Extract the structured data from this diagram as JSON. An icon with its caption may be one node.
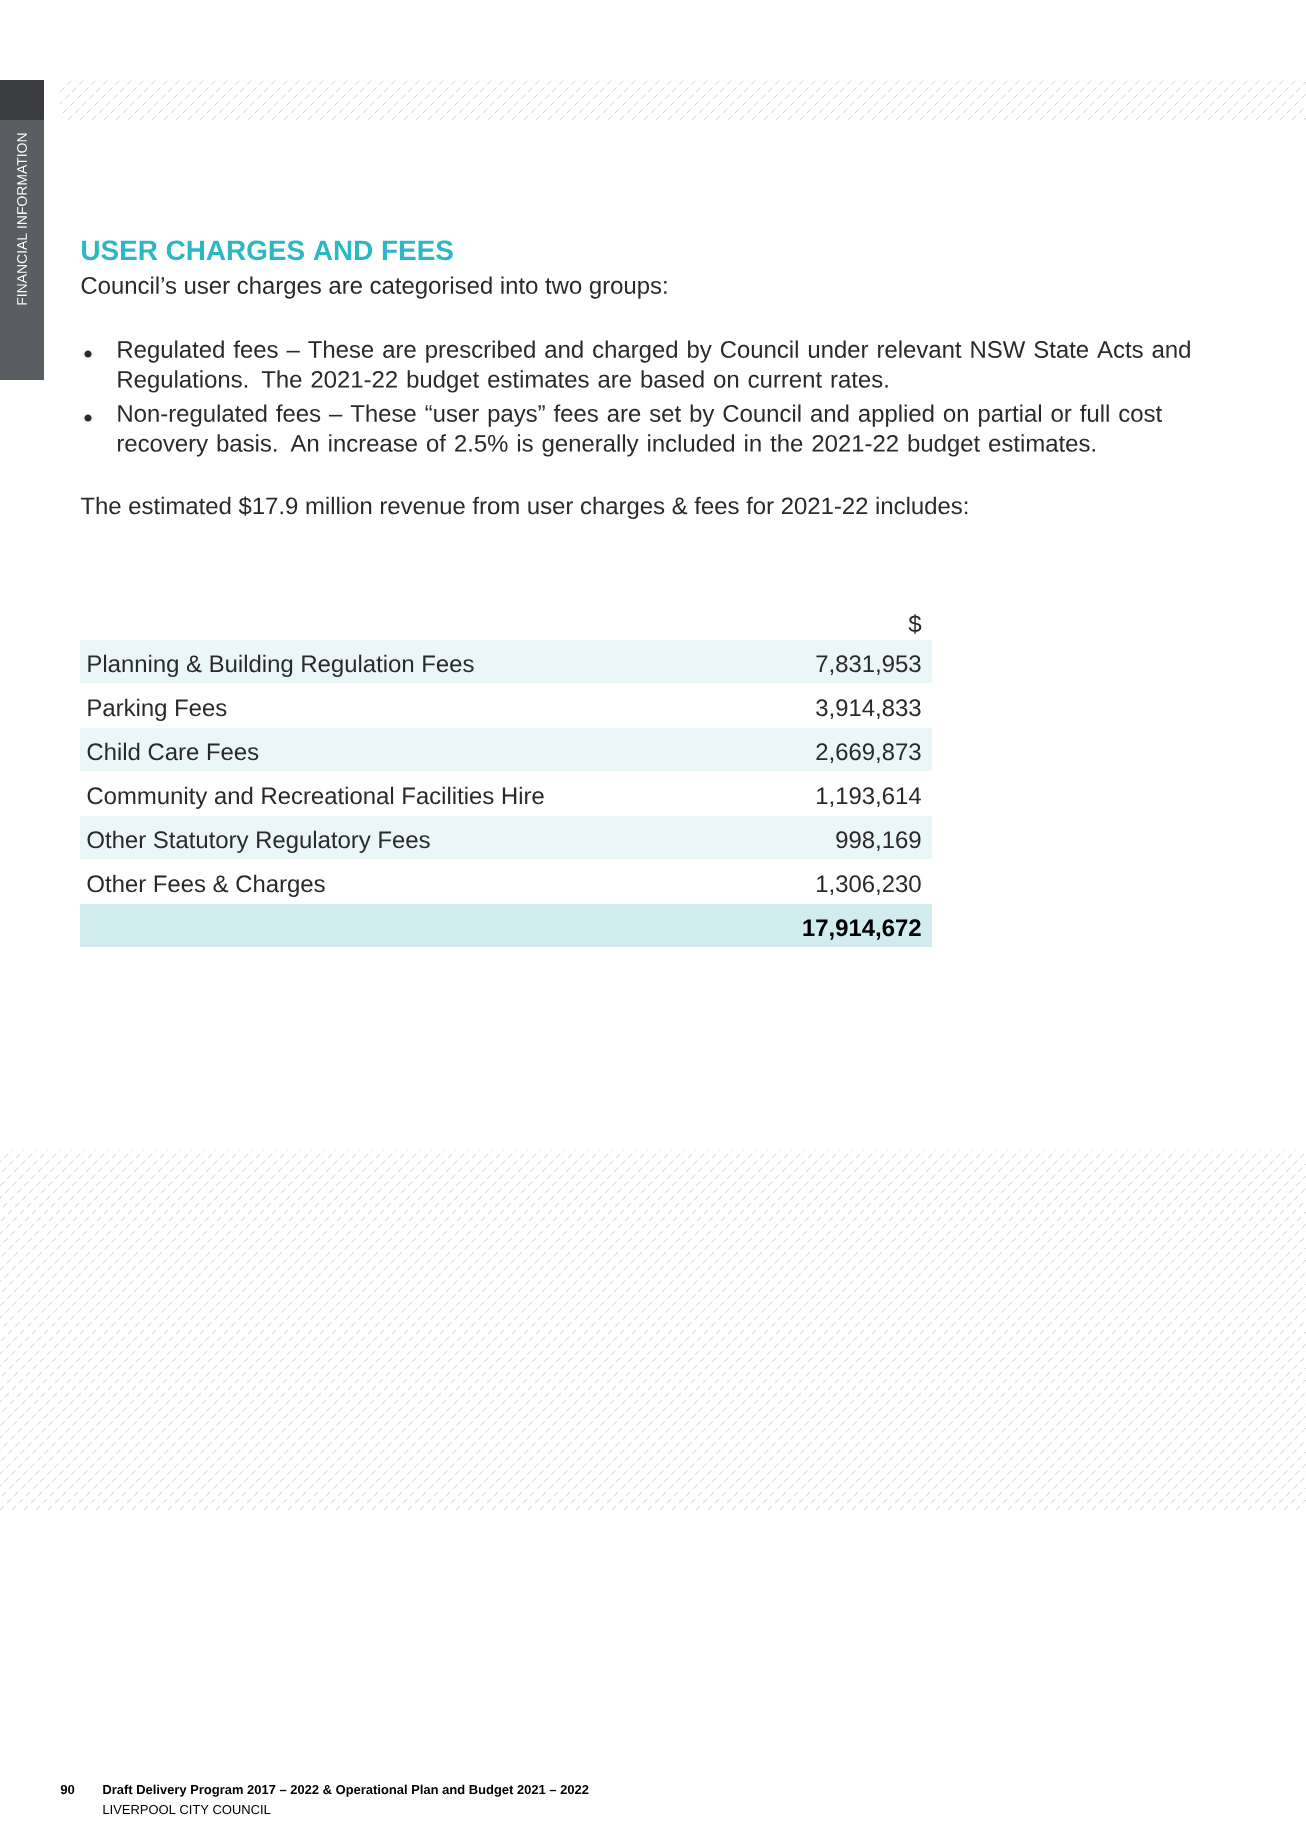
{
  "diagram": {
    "title": "USER CHARGES AND FEES",
    "labels": [
      "FINANCIAL INFORMATION",
      "Council’s user charges are categorised into two groups:",
      "Regulated fees – These are prescribed and charged by Council under relevant NSW State Acts and Regulations. The 2021-22 budget estimates are based on current rates.",
      "Non-regulated fees – These “user pays” fees are set by Council and applied on partial or full cost recovery basis. An increase of 2.5% is generally included in the 2021-22 budget estimates.",
      "The estimated $17.9 million revenue from user charges & fees for 2021-22 includes:",
      "$",
      "Planning & Building Regulation Fees",
      "7,831,953",
      "Parking Fees",
      "3,914,833",
      "Child Care Fees",
      "2,669,873",
      "Community and Recreational Facilities Hire",
      "1,193,614",
      "Other Statutory Regulatory Fees",
      "998,169",
      "Other Fees & Charges",
      "1,306,230",
      "17,914,672",
      "90",
      "Draft Delivery Program 2017 – 2022 & Operational Plan and Budget 2021 – 2022",
      "LIVERPOOL CITY COUNCIL"
    ]
  }
}
